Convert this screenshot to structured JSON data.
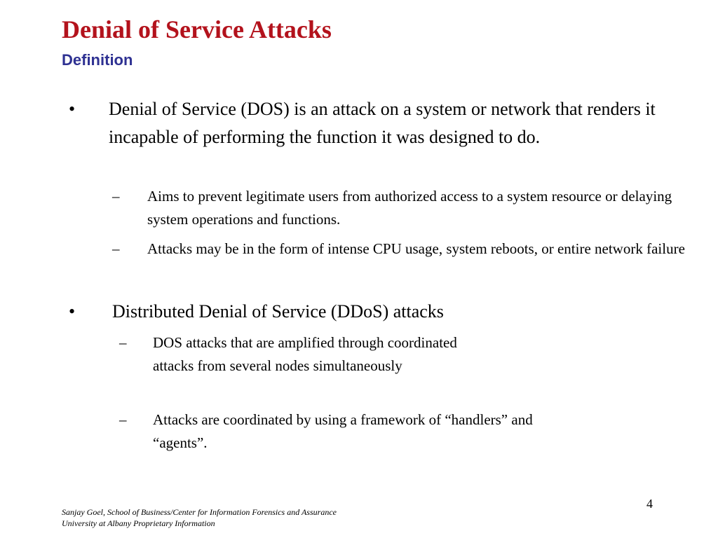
{
  "slide": {
    "title": "Denial of Service Attacks",
    "subtitle": "Definition",
    "bullets": [
      {
        "marker": "•",
        "text": "Denial of Service (DOS) is an attack on a system or network that renders it incapable of performing the function it was designed to do.",
        "subitems": [
          {
            "marker": "–",
            "text": "Aims to prevent legitimate users from authorized access to a system resource or delaying system operations and functions."
          },
          {
            "marker": "–",
            "text": "Attacks may be in the form of intense CPU usage, system reboots, or entire network failure"
          }
        ]
      },
      {
        "marker": "•",
        "text": "Distributed Denial of Service (DDoS) attacks",
        "subitems": [
          {
            "marker": "–",
            "text": "DOS attacks that are amplified through coordinated attacks from several nodes simultaneously"
          },
          {
            "marker": "–",
            "text": "Attacks are coordinated by using a framework of “handlers” and “agents”."
          }
        ]
      }
    ],
    "page_number": "4",
    "footer_line1": "Sanjay Goel, School of Business/Center for Information Forensics and Assurance",
    "footer_line2": "University at Albany Proprietary Information",
    "colors": {
      "title": "#B3121C",
      "subtitle": "#2E3192",
      "body": "#000000"
    }
  }
}
